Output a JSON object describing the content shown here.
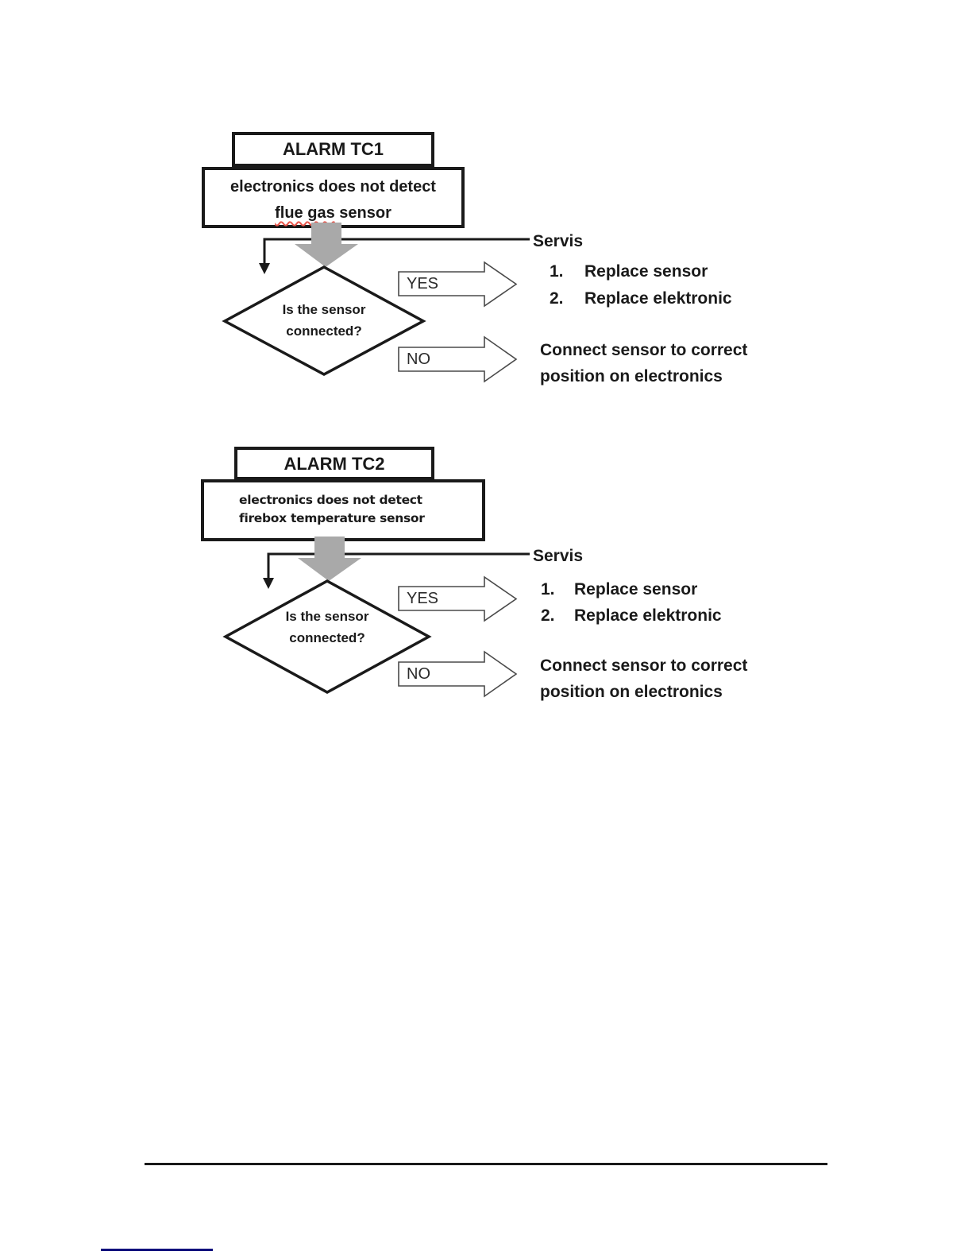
{
  "colors": {
    "page_background": "#ffffff",
    "stroke": "#1a1a1a",
    "gray_arrow": "#a9a9a9",
    "block_arrow_outline": "#4a4a4a",
    "block_arrow_label": "#2b2b2b",
    "spellcheck_wavy": "#e8554a",
    "footer_rule": "#1a1a1a",
    "footnote_rule": "#10107c"
  },
  "flowcharts": [
    {
      "title": "ALARM TC1",
      "description_line1": "electronics does not detect",
      "description_line2_underlined": "flue gas",
      "description_line2_rest": " sensor",
      "question_line1": "Is the sensor",
      "question_line2": "connected?",
      "yes_label": "YES",
      "no_label": "NO",
      "servis": {
        "heading": "Servis",
        "items": [
          {
            "num": "1.",
            "text": "Replace sensor"
          },
          {
            "num": "2.",
            "text": "Replace elektronic"
          }
        ]
      },
      "no_action_line1": "Connect sensor to correct",
      "no_action_line2": "position on electronics"
    },
    {
      "title": "ALARM TC2",
      "description_line1": "electronics does not detect",
      "description_line2_underlined": "",
      "description_line2_rest": "firebox temperature sensor",
      "question_line1": "Is the sensor",
      "question_line2": "connected?",
      "yes_label": "YES",
      "no_label": "NO",
      "servis": {
        "heading": "Servis",
        "items": [
          {
            "num": "1.",
            "text": "Replace sensor"
          },
          {
            "num": "2.",
            "text": "Replace elektronic"
          }
        ]
      },
      "no_action_line1": "Connect sensor to correct",
      "no_action_line2": "position on electronics"
    }
  ]
}
